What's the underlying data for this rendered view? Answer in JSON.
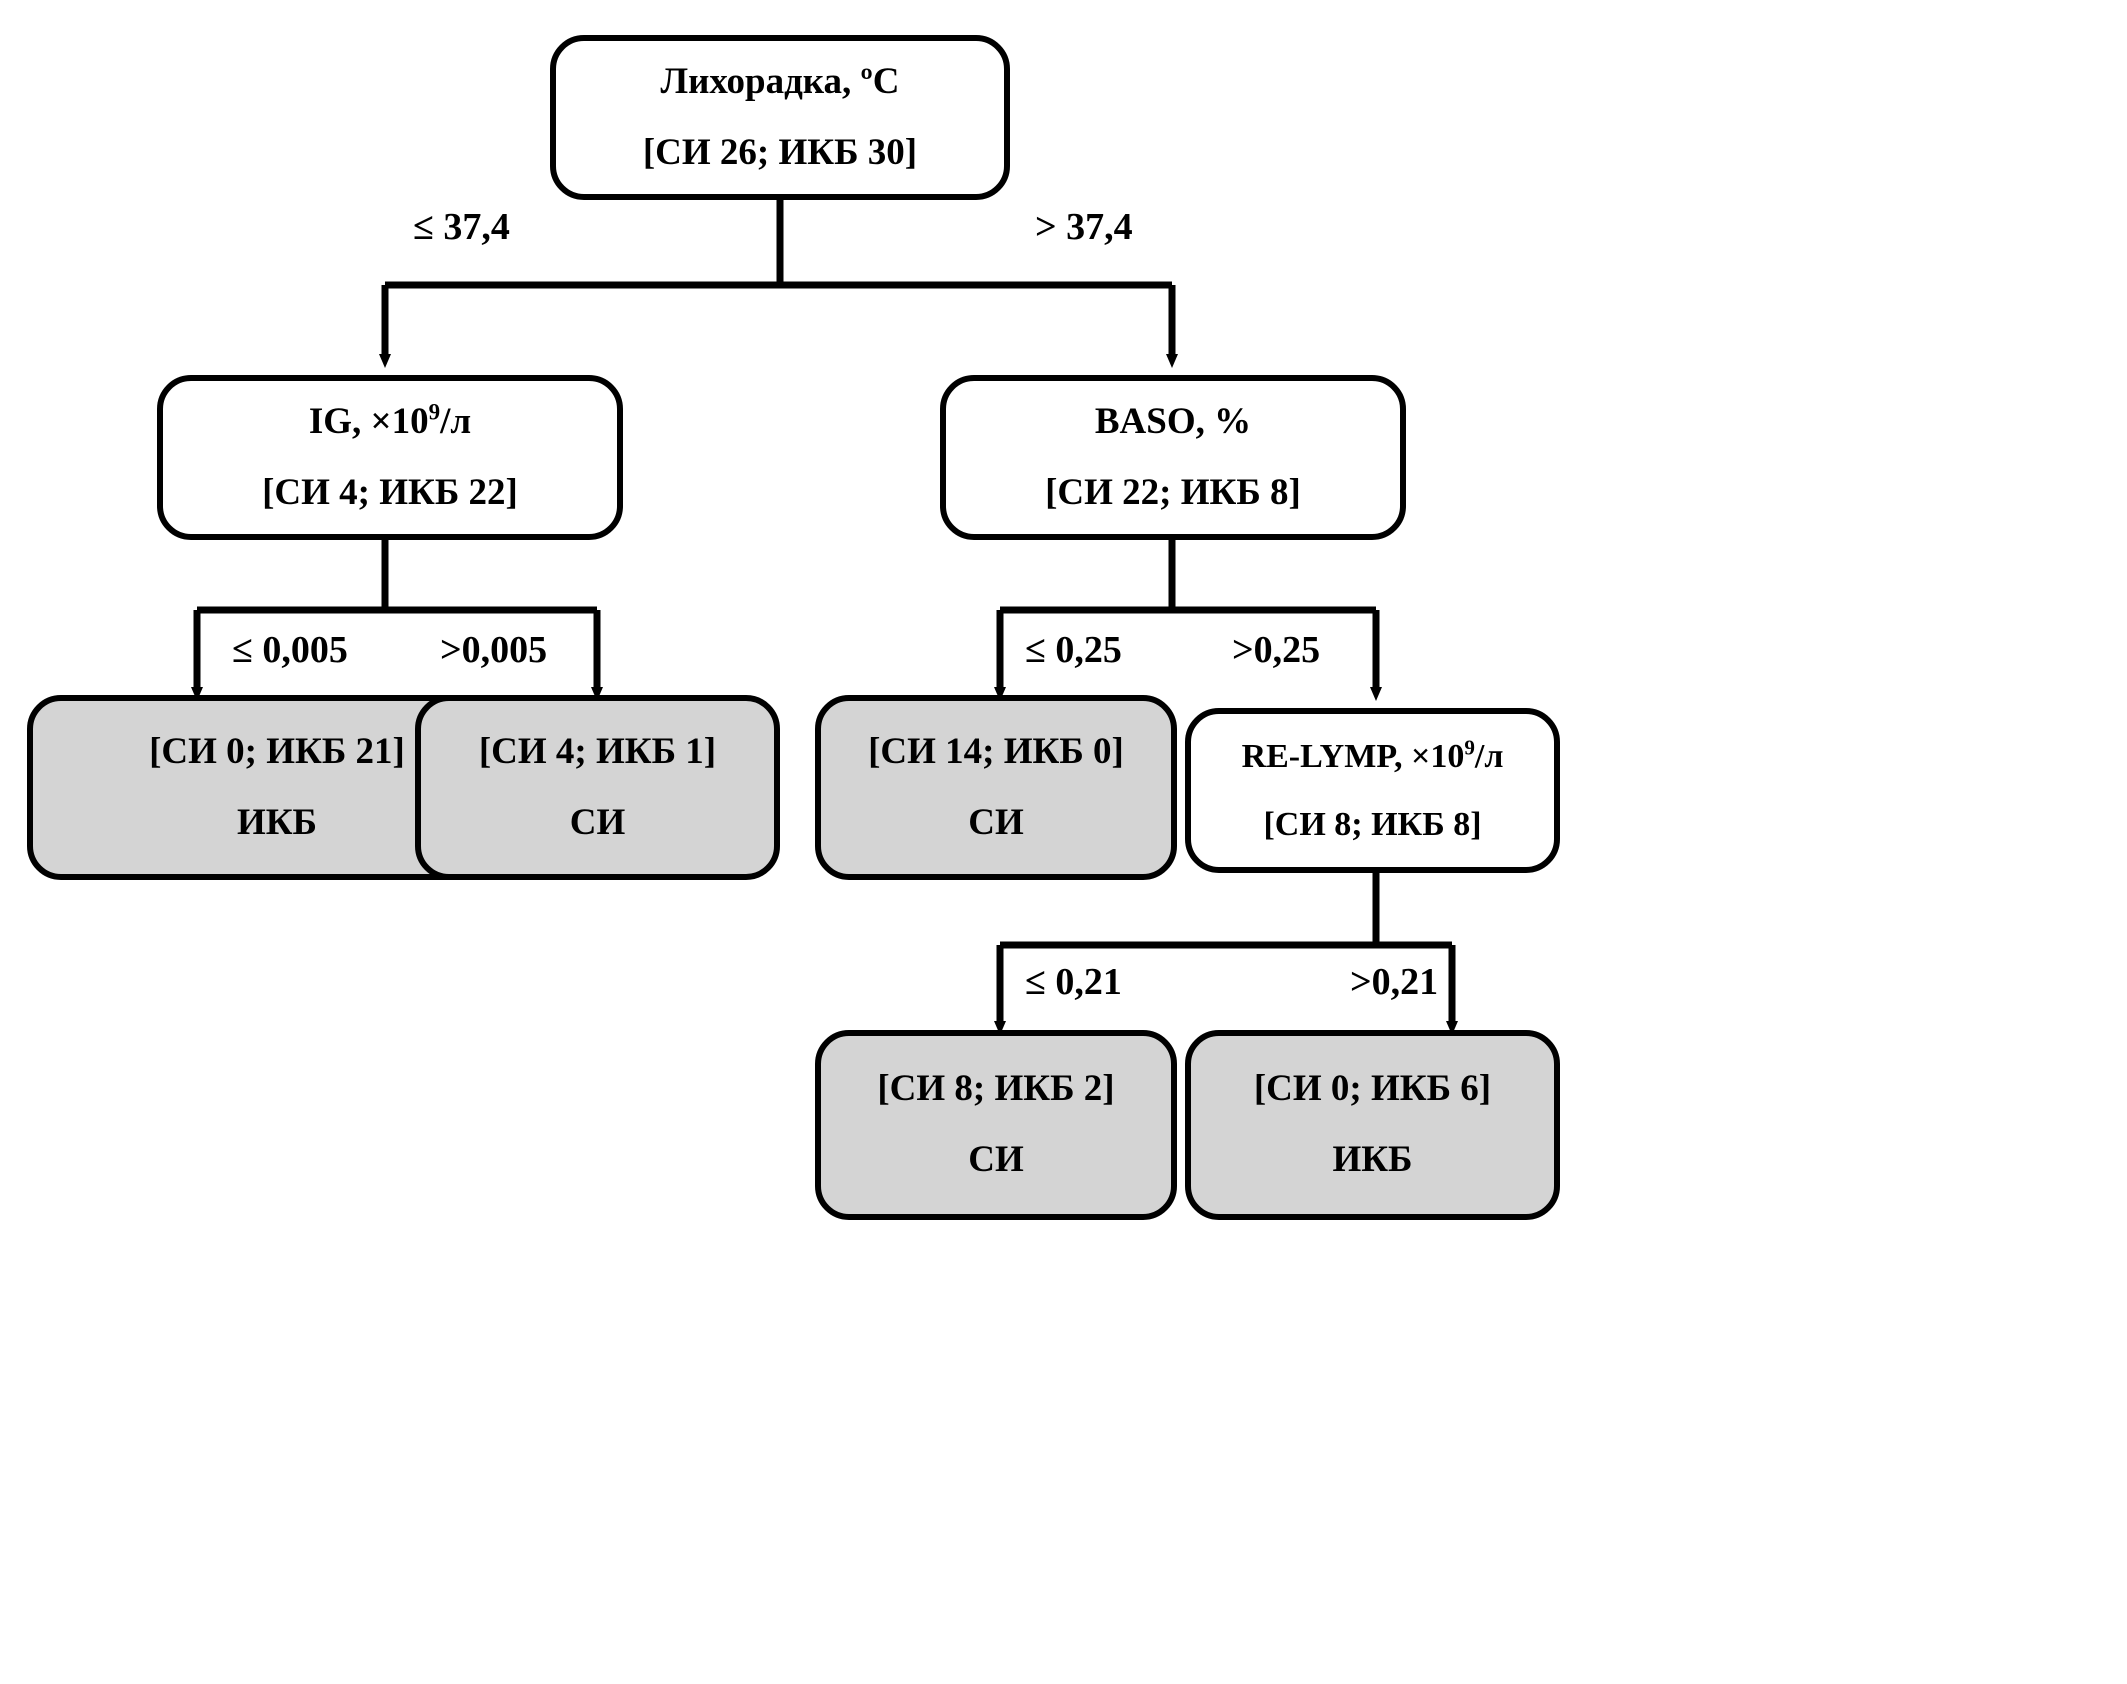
{
  "diagram": {
    "type": "decision-tree",
    "fill_leaf": "#d4d4d4",
    "fill_internal": "#ffffff",
    "stroke": "#000000",
    "nodes": [
      {
        "id": "root",
        "kind": "internal",
        "title": "Лихорадка, ºC",
        "counts": "[СИ 26; ИКБ 30]"
      },
      {
        "id": "ig",
        "kind": "internal",
        "title": "IG, ×109/л",
        "title_base": "IG, ×10",
        "title_sup": "9",
        "title_tail": "/л",
        "counts": "[СИ 4; ИКБ 22]"
      },
      {
        "id": "baso",
        "kind": "internal",
        "title": "BASO, %",
        "counts": "[СИ 22; ИКБ 8]"
      },
      {
        "id": "leaf1",
        "kind": "leaf",
        "counts": "[СИ 0; ИКБ 21]",
        "label": "ИКБ"
      },
      {
        "id": "leaf2",
        "kind": "leaf",
        "counts": "[СИ 4; ИКБ 1]",
        "label": "СИ"
      },
      {
        "id": "leaf3",
        "kind": "leaf",
        "counts": "[СИ 14; ИКБ 0]",
        "label": "СИ"
      },
      {
        "id": "relymp",
        "kind": "internal",
        "title": "RE-LYMP, ×109/л",
        "title_base": "RE-LYMP, ×10",
        "title_sup": "9",
        "title_tail": "/л",
        "counts": "[СИ 8; ИКБ 8]"
      },
      {
        "id": "leaf4",
        "kind": "leaf",
        "counts": "[СИ 8; ИКБ 2]",
        "label": "СИ"
      },
      {
        "id": "leaf5",
        "kind": "leaf",
        "counts": "[СИ 0; ИКБ 6]",
        "label": "ИКБ"
      }
    ],
    "edge_labels": {
      "root_left": "≤ 37,4",
      "root_right": "> 37,4",
      "ig_left": "≤ 0,005",
      "ig_right": ">0,005",
      "baso_left": "≤ 0,25",
      "baso_right": ">0,25",
      "relymp_left": "≤ 0,21",
      "relymp_right": ">0,21"
    }
  }
}
